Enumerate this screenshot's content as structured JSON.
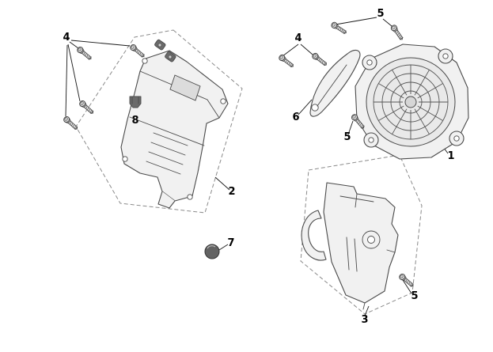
{
  "figure": {
    "background": "#ffffff",
    "callouts": {
      "fan_cover": "1",
      "front_shroud": "2",
      "lower_shroud": "3",
      "bolts_left": "4",
      "bolts_right": "4",
      "bolt_top": "5",
      "bolt_mid": "5",
      "bolt_bottom": "5",
      "air_guide": "6",
      "grommet": "7",
      "clip": "8"
    },
    "colors": {
      "background": "#ffffff",
      "outline": "#4a4a4a",
      "part_fill": "#f1f1f1",
      "dark_part": "#6a6a6a",
      "dashed_boundary": "#8a8a8a",
      "label_text": "#000000"
    }
  }
}
